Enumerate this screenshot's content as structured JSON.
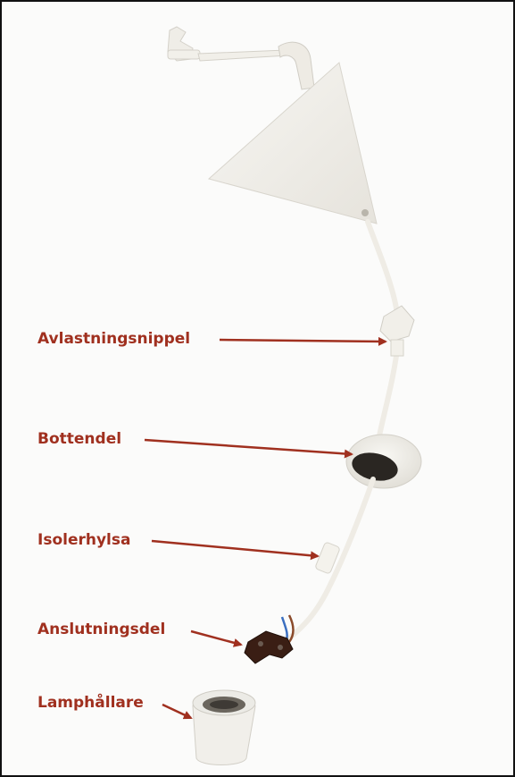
{
  "labels": {
    "relief_nipple": "Avlastningsnippel",
    "bottom_part": "Bottendel",
    "insulating_sleeve": "Isolerhylsa",
    "connector": "Anslutningsdel",
    "lamp_holder": "Lamphållare"
  },
  "colors": {
    "label": "#a0301f",
    "arrow": "#a0301f",
    "border": "#111111",
    "parts": "#f3f1ec"
  }
}
